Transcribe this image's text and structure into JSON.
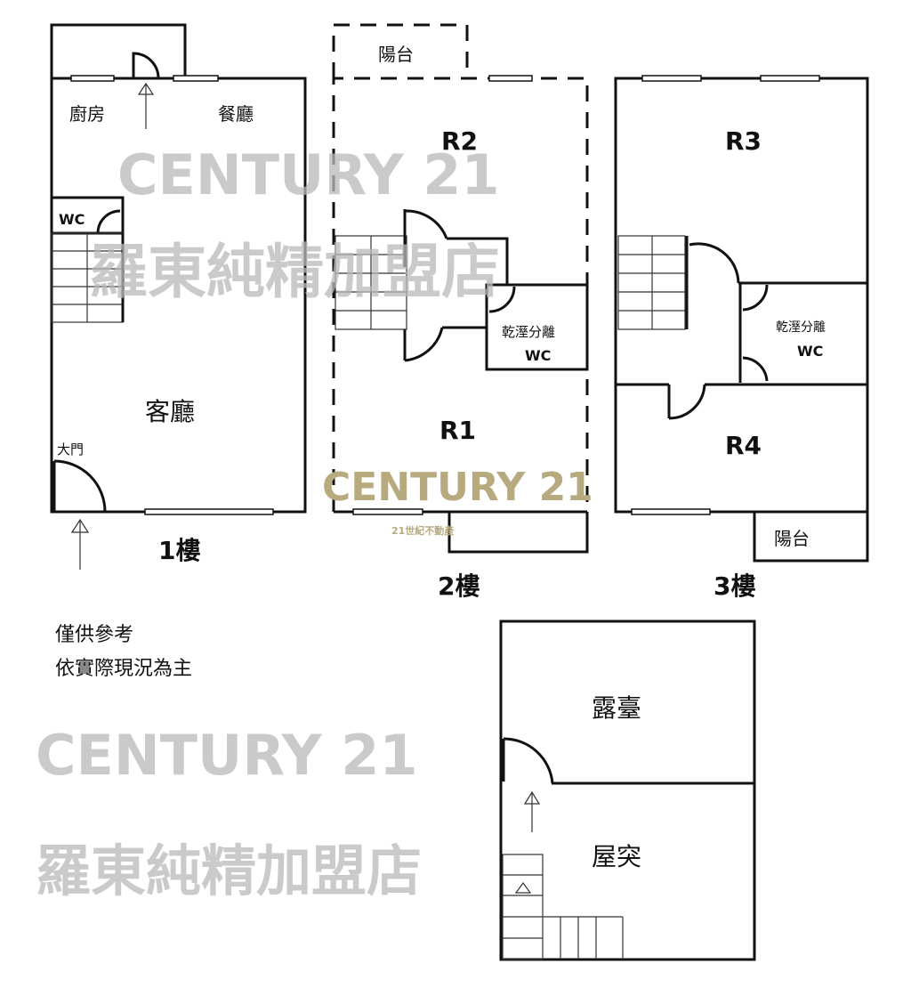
{
  "floors": {
    "f1": {
      "label": "1樓",
      "rooms": {
        "kitchen": "廚房",
        "dining": "餐廳",
        "wc": "WC",
        "living": "客廳",
        "door": "大門"
      }
    },
    "f2": {
      "label": "2樓",
      "rooms": {
        "balcony": "陽台",
        "r2": "R2",
        "r1": "R1",
        "bath_note": "乾溼分離",
        "wc": "WC"
      }
    },
    "f3": {
      "label": "3樓",
      "rooms": {
        "r3": "R3",
        "r4": "R4",
        "bath_note": "乾溼分離",
        "wc": "WC",
        "balcony": "陽台"
      }
    },
    "roof": {
      "rooms": {
        "terrace": "露臺",
        "penthouse": "屋突"
      }
    }
  },
  "notes": [
    "僅供參考",
    "依實際現況為主"
  ],
  "watermarks": {
    "brand": "CENTURY 21",
    "store": "羅東純精加盟店",
    "sub": "21世紀不動產"
  },
  "colors": {
    "wall": "#111111",
    "watermark_gray": "#b9b9b9",
    "watermark_gold": "#b7aa7e"
  }
}
